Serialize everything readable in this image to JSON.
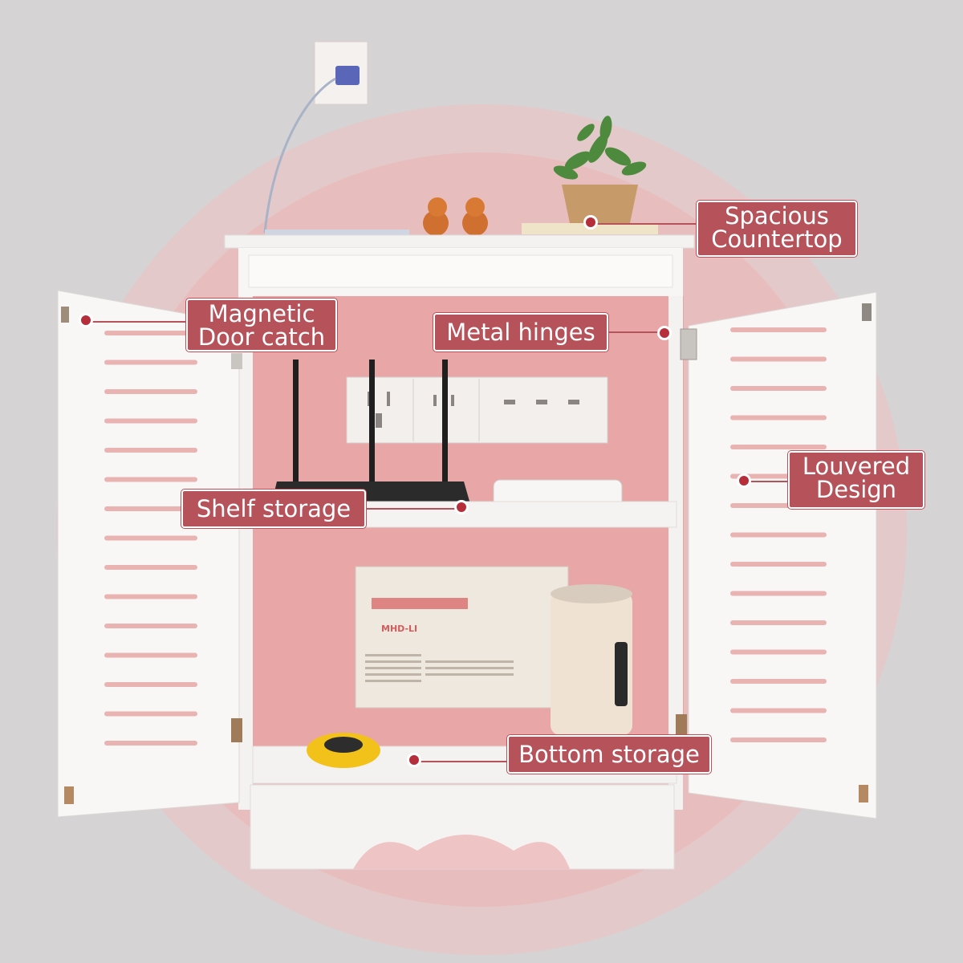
{
  "callouts": {
    "countertop": {
      "line1": "Spacious",
      "line2": "Countertop"
    },
    "door_catch": {
      "line1": "Magnetic",
      "line2": "Door catch"
    },
    "hinges": {
      "label": "Metal hinges"
    },
    "louvered": {
      "line1": "Louvered",
      "line2": "Design"
    },
    "shelf": {
      "label": "Shelf storage"
    },
    "bottom": {
      "label": "Bottom storage"
    }
  },
  "box_label": "MHD-LI",
  "colors": {
    "accent": "#b6525a",
    "background": "#d6d3d4",
    "cabinet_interior": "#e8a7a6",
    "cabinet_white": "#f7f6f5"
  }
}
